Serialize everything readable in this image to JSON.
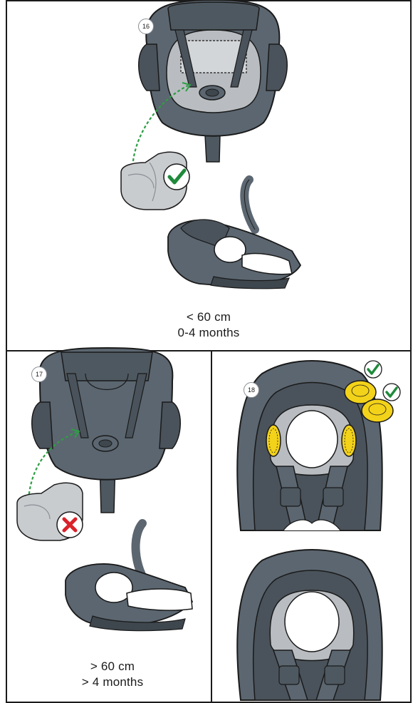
{
  "steps": {
    "step16": {
      "number": "16",
      "caption_line1": "< 60 cm",
      "caption_line2": "0-4 months"
    },
    "step17": {
      "number": "17",
      "caption_line1": "> 60 cm",
      "caption_line2": "> 4 months"
    },
    "step18": {
      "number": "18"
    }
  },
  "icons": {
    "approved": "checkmark-icon",
    "rejected": "cross-icon"
  },
  "colors": {
    "seat_shell": "#5b6670",
    "seat_dark": "#3f474e",
    "insert_light": "#c9cccf",
    "dashed_arrow": "#2e9e45",
    "check_green": "#1f8a3b",
    "cross_red": "#d9222a",
    "cushion_yellow": "#f3d21a"
  }
}
